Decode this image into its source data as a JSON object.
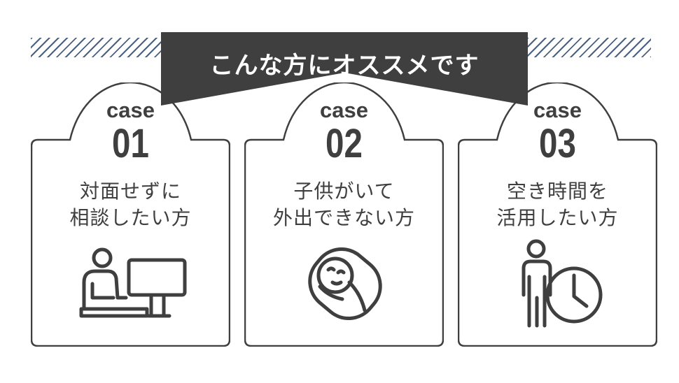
{
  "banner": {
    "title": "こんな方にオススメです"
  },
  "cards": [
    {
      "case_label": "case",
      "number": "01",
      "line1": "対面せずに",
      "line2": "相談したい方",
      "icon": "person-at-computer-icon"
    },
    {
      "case_label": "case",
      "number": "02",
      "line1": "子供がいて",
      "line2": "外出できない方",
      "icon": "swaddled-baby-icon"
    },
    {
      "case_label": "case",
      "number": "03",
      "line1": "空き時間を",
      "line2": "活用したい方",
      "icon": "person-with-clock-icon"
    }
  ],
  "colors": {
    "ink": "#3f3f3f",
    "banner": "#3f3f3f",
    "stripe": "#4a6280",
    "background": "#ffffff"
  }
}
